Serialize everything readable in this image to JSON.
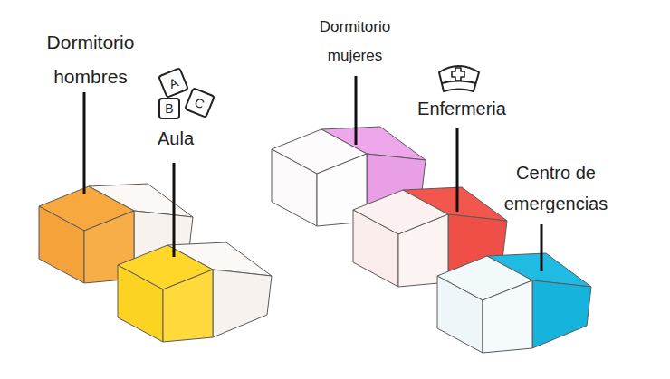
{
  "diagram": {
    "nodes": [
      {
        "text": [
          "A"
        ]
      },
      {
        "text": [
          "C"
        ]
      },
      {
        "text": [
          "B"
        ]
      }
    ],
    "labels": [
      "Dormitorio hombres",
      "Aula",
      "Dormitorio mujeres",
      "Enfermeria",
      "Centro de emergencias"
    ]
  }
}
